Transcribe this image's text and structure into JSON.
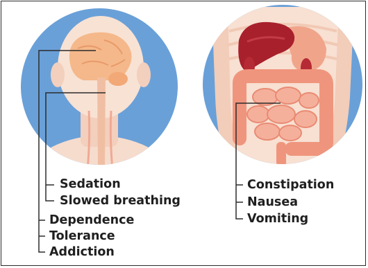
{
  "head_effects": {
    "brain_labels": [
      "Sedation",
      "Slowed breathing"
    ],
    "general_labels": [
      "Dependence",
      "Tolerance",
      "Addiction"
    ]
  },
  "abdomen_effects": {
    "labels": [
      "Constipation",
      "Nausea",
      "Vomiting"
    ]
  },
  "icons": [
    "head-brain-illustration",
    "abdomen-organs-illustration"
  ],
  "colors": {
    "circle_bg": "#6aa0d8",
    "skin": "#f6dccd",
    "brain": "#f5b88a",
    "intestine": "#f0957d",
    "liver": "#a8202c",
    "line": "#2b2b2b",
    "text": "#1f1f1f"
  }
}
